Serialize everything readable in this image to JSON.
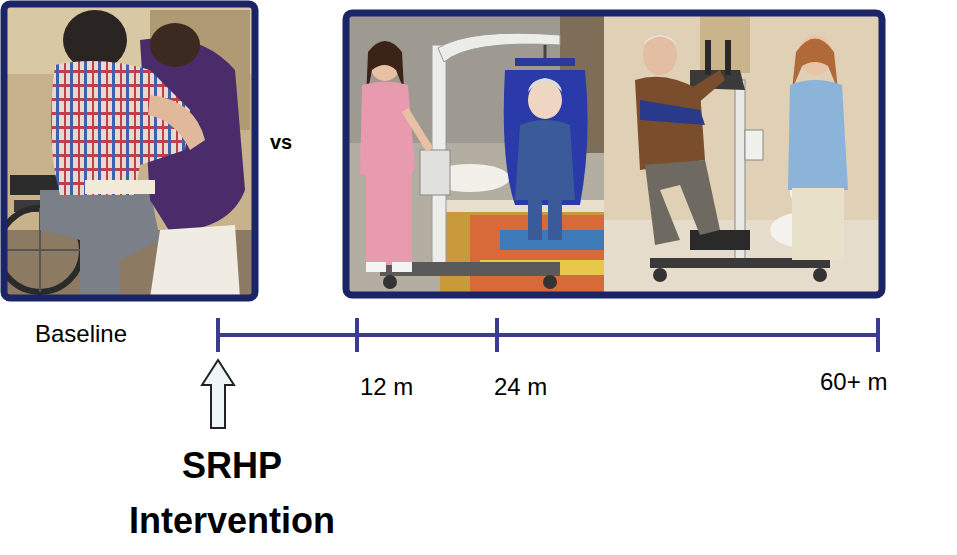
{
  "diagram": {
    "labels": [
      "vs",
      "Baseline",
      "12 m",
      "24 m",
      "60+ m",
      "SRHP Intervention"
    ]
  }
}
